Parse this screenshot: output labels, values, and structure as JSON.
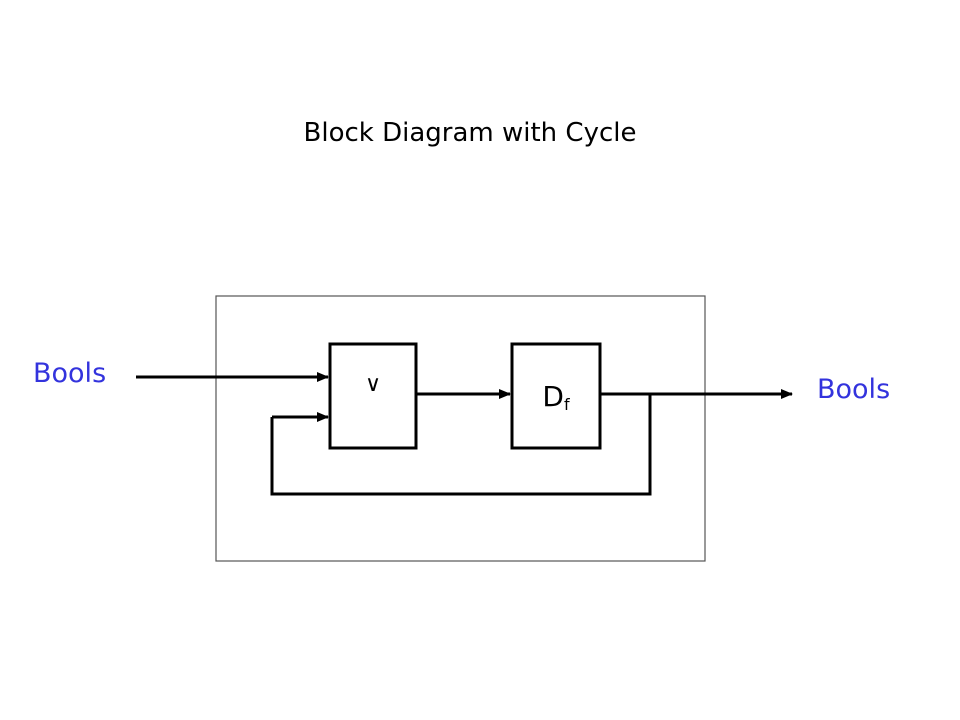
{
  "title": "Block Diagram with Cycle",
  "input_label": "Bools",
  "output_label": "Bools",
  "or_block": {
    "symbol": "∨"
  },
  "delay_block": {
    "main": "D",
    "sub": "f"
  },
  "colors": {
    "io_label": "#3333dd",
    "lines": "#000000"
  }
}
